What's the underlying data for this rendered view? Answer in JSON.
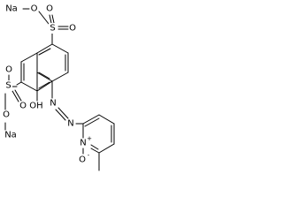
{
  "molecule": {
    "atoms": {
      "na_top": "Na",
      "o_na_top": "O",
      "s_top": "S",
      "o_top_up": "O",
      "o_top_right": "O",
      "o_s_left": "O",
      "s_left": "S",
      "o_s_down": "O",
      "o_na_left": "O",
      "na_left": "Na",
      "oh": "OH",
      "n_azo_1": "N",
      "n_azo_2": "N",
      "n_pyridine": "N",
      "n_plus": "+",
      "o_oxide": "O",
      "o_minus": "-"
    }
  }
}
